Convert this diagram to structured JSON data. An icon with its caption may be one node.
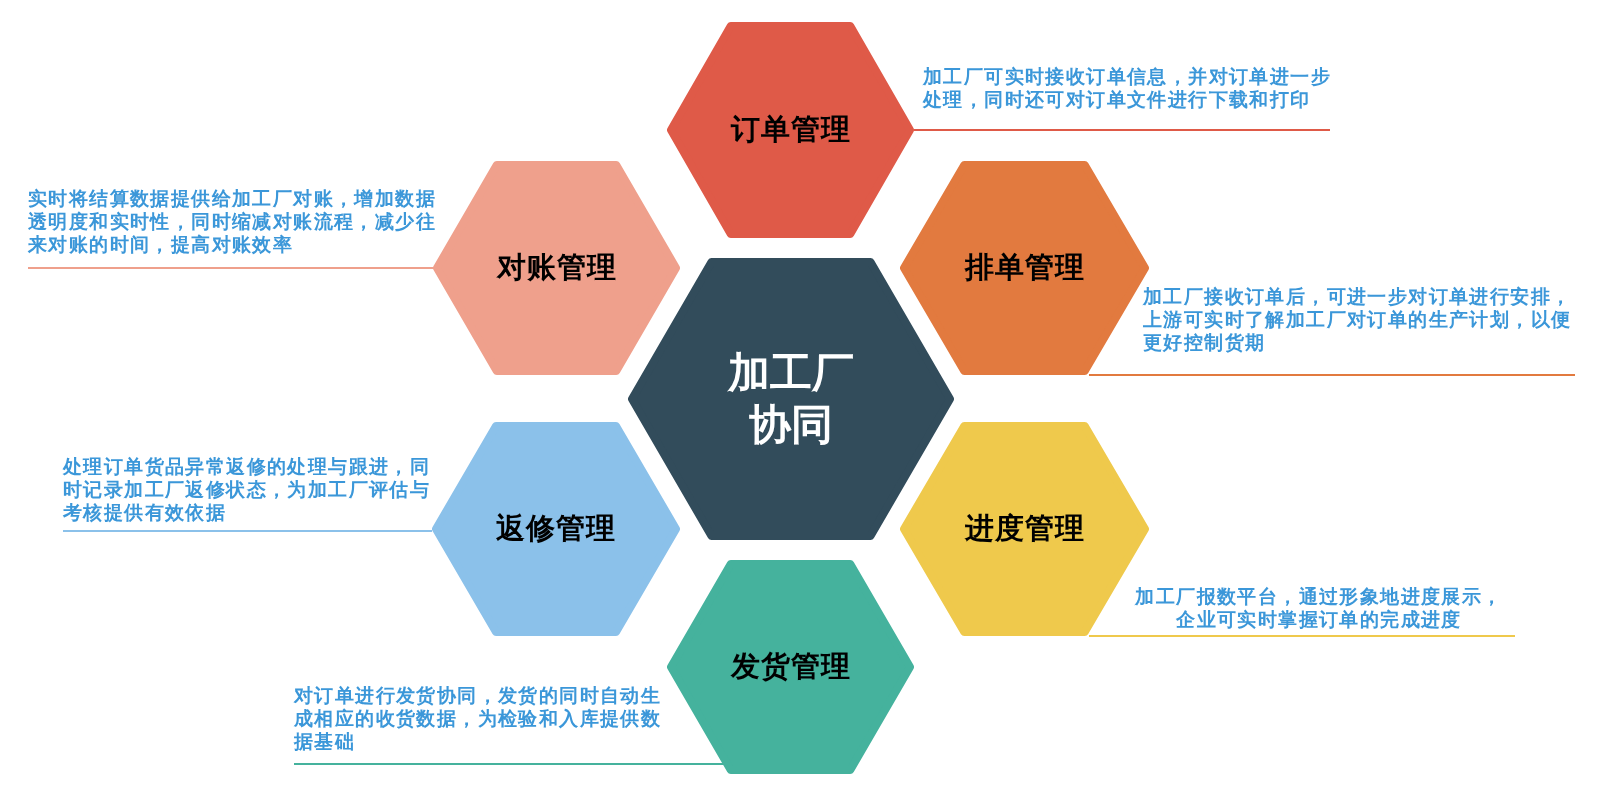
{
  "diagram": {
    "nodes": [
      {
        "text": [
          "加工厂协同"
        ]
      },
      {
        "text": [
          "订单管理"
        ],
        "beside": [
          "加工厂可实时接收订单信息，并对订单进一步处理，同时还可对订单文件进行下载和打印"
        ]
      },
      {
        "text": [
          "排单管理"
        ],
        "beside": [
          "加工厂接收订单后，可进一步对订单进行安排，上游可实时了解加工厂对订单的生产计划，以便更好控制货期"
        ]
      },
      {
        "text": [
          "进度管理"
        ],
        "beside": [
          "加工厂报数平台，通过形象地进度展示，企业可实时掌握订单的完成进度"
        ]
      },
      {
        "text": [
          "发货管理"
        ],
        "beside": [
          "对订单进行发货协同，发货的同时自动生成相应的收货数据，为检验和入库提供数据基础"
        ]
      },
      {
        "text": [
          "返修管理"
        ],
        "beside": [
          "处理订单货品异常返修的处理与跟进，同时记录加工厂返修状态，为加工厂评估与考核提供有效依据"
        ]
      },
      {
        "text": [
          "对账管理"
        ],
        "beside": [
          "实时将结算数据提供给加工厂对账，增加数据透明度和实时性，同时缩减对账流程，减少往来对账的时间，提高对账效率"
        ]
      }
    ]
  }
}
